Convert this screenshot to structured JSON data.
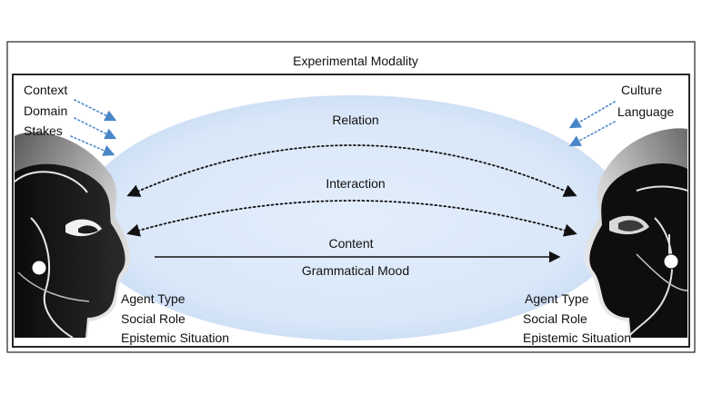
{
  "diagram": {
    "title": "Experimental Modality",
    "left_factors": [
      "Context",
      "Domain",
      "Stakes"
    ],
    "right_factors": [
      "Culture",
      "Language"
    ],
    "relations": {
      "relation": "Relation",
      "interaction": "Interaction",
      "content": "Content",
      "mood": "Grammatical Mood"
    },
    "left_agent": [
      "Agent Type",
      "Social Role",
      "Epistemic Situation"
    ],
    "right_agent": [
      "Agent Type",
      "Social Role",
      "Epistemic Situation"
    ]
  },
  "colors": {
    "frame": "#111111",
    "ellipse": "#dbe9fa",
    "factor_arrow": "#4a86c8",
    "text": "#111111"
  },
  "icons": {
    "left_head": "human-head-profile-icon",
    "right_head": "robot-head-profile-icon"
  }
}
